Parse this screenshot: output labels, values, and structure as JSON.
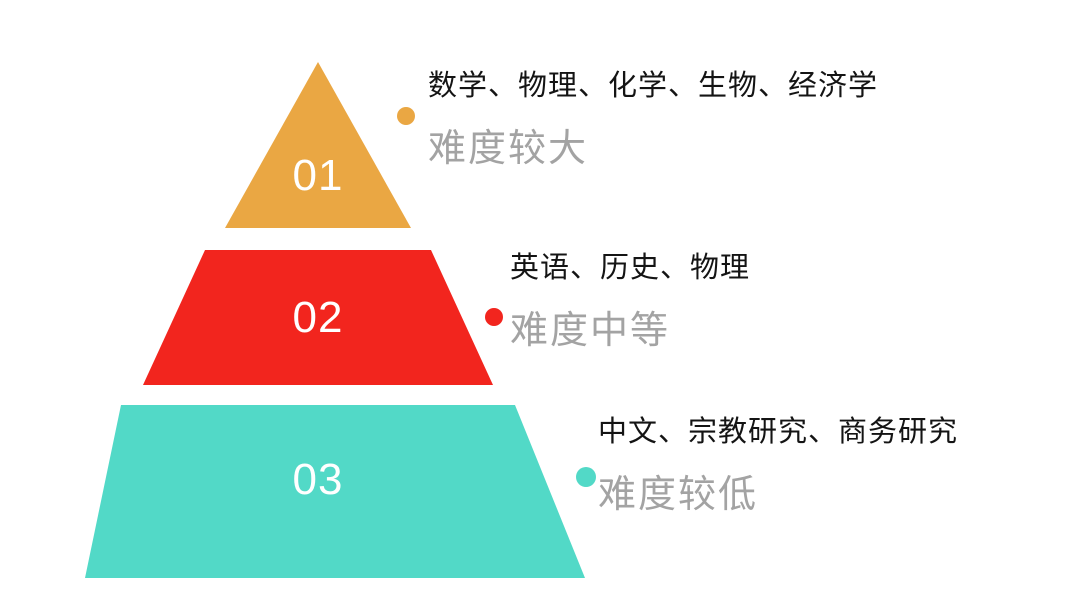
{
  "diagram": {
    "type": "pyramid",
    "background_color": "#FFFFFF",
    "tiers": [
      {
        "number": "01",
        "subjects": "数学、物理、化学、生物、经济学",
        "difficulty": "难度较大",
        "color": "#EAA743"
      },
      {
        "number": "02",
        "subjects": "英语、历史、物理",
        "difficulty": "难度中等",
        "color": "#F2251E"
      },
      {
        "number": "03",
        "subjects": "中文、宗教研究、商务研究",
        "difficulty": "难度较低",
        "color": "#52D9C7"
      }
    ],
    "text_colors": {
      "subjects": "#141414",
      "difficulty": "#A3A3A3",
      "tier_number": "#FFFFFF"
    }
  }
}
